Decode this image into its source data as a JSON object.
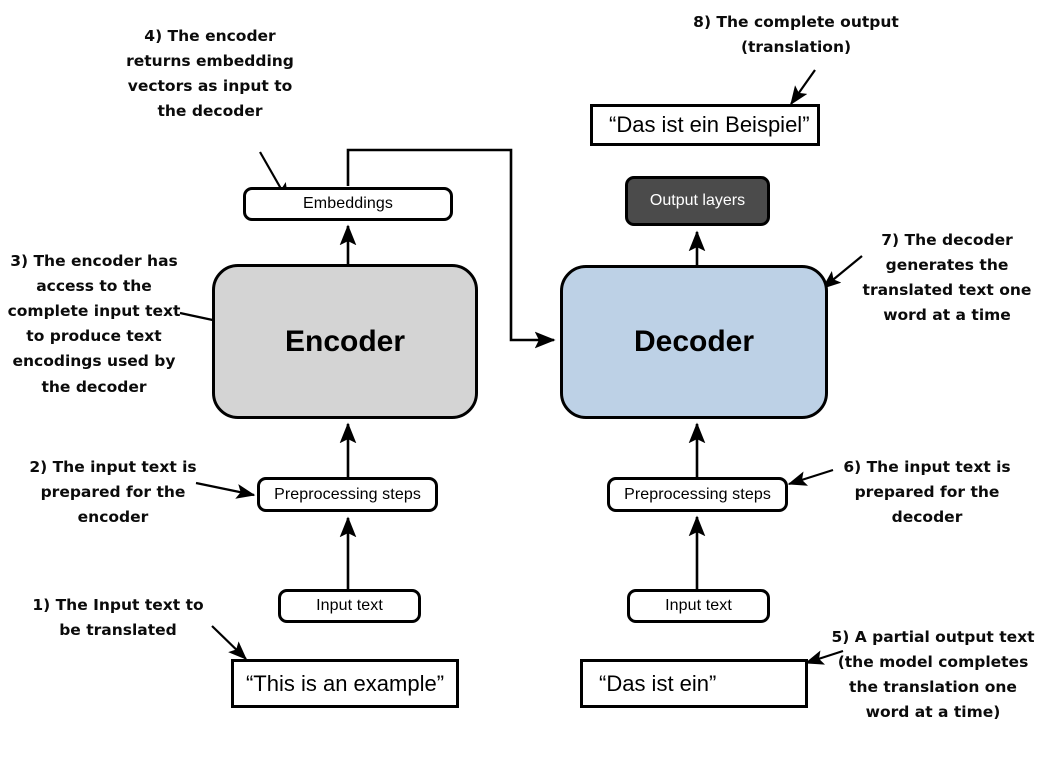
{
  "diagram": {
    "title": "Encoder-decoder translation pipeline",
    "colors": {
      "encoder_fill": "#d4d4d4",
      "decoder_fill": "#bdd1e6",
      "output_layers_fill": "#4b4b4b",
      "output_layers_text": "#ffffff",
      "stroke": "#000000",
      "background": "#ffffff",
      "annotation_text": "#0b0b0b"
    },
    "encoder_branch": {
      "input_text_label": "Input text",
      "preprocessing_label": "Preprocessing steps",
      "block_label": "Encoder",
      "embeddings_label": "Embeddings",
      "source_sentence": "“This is an example”"
    },
    "decoder_branch": {
      "input_text_label": "Input text",
      "preprocessing_label": "Preprocessing steps",
      "block_label": "Decoder",
      "output_layers_label": "Output layers",
      "partial_output": "“Das ist ein”",
      "complete_output": "“Das ist ein Beispiel”"
    },
    "annotations": [
      {
        "id": 1,
        "key": "step1",
        "text": "1) The Input text to\nbe translated"
      },
      {
        "id": 2,
        "key": "step2",
        "text": "2) The input text is\nprepared for the\nencoder"
      },
      {
        "id": 3,
        "key": "step3",
        "text": "3) The encoder has\naccess to the\ncomplete input text\nto produce text\nencodings used by\nthe decoder"
      },
      {
        "id": 4,
        "key": "step4",
        "text": "4) The encoder\nreturns embedding\nvectors as input to\nthe decoder"
      },
      {
        "id": 5,
        "key": "step5",
        "text": "5) A partial output text\n(the model completes\nthe translation one\nword at a time)"
      },
      {
        "id": 6,
        "key": "step6",
        "text": "6) The input text is\nprepared for the\ndecoder"
      },
      {
        "id": 7,
        "key": "step7",
        "text": "7) The decoder\ngenerates the\ntranslated text one\nword at a time"
      },
      {
        "id": 8,
        "key": "step8",
        "text": "8) The complete output\n(translation)"
      }
    ]
  }
}
